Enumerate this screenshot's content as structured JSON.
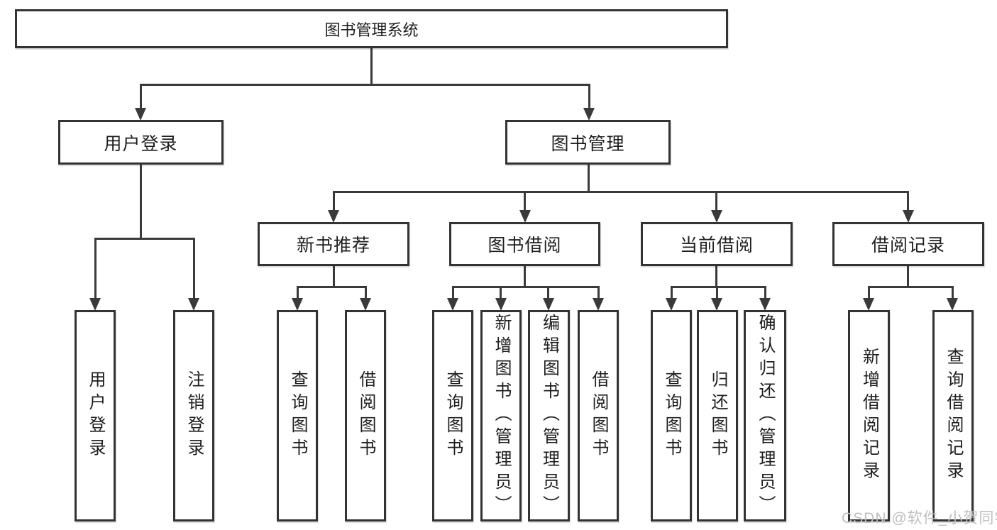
{
  "diagram": {
    "root": "图书管理系统",
    "level2": [
      "用户登录",
      "图书管理"
    ],
    "level3": [
      "新书推荐",
      "图书借阅",
      "当前借阅",
      "借阅记录"
    ],
    "leaves": {
      "user": [
        "用户登录",
        "注销登录"
      ],
      "recommend": [
        "查询图书",
        "借阅图书"
      ],
      "borrow": [
        "查询图书",
        "新增图书（管理员）",
        "编辑图书（管理员）",
        "借阅图书"
      ],
      "current": [
        "查询图书",
        "归还图书",
        "确认归还（管理员）"
      ],
      "records": [
        "新增借阅记录",
        "查询借阅记录"
      ]
    }
  },
  "watermark": "CSDN @软件_小贺同学",
  "colors": {
    "line": "#3a3a3a",
    "border": "#333333",
    "text": "#1e1e1e",
    "watermark": "#bfbfbf",
    "background": "#ffffff"
  }
}
